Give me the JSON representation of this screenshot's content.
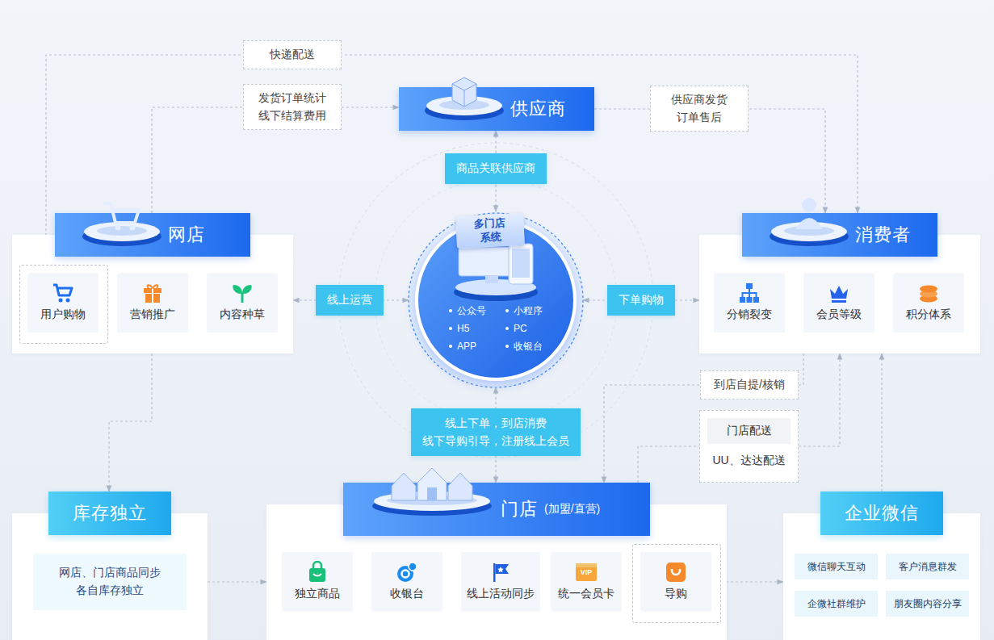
{
  "diagram": {
    "nodes": [
      {
        "text": [
          "供应商"
        ]
      },
      {
        "text": [
          "多门店 系统",
          "公众号",
          "小程序",
          "H5",
          "PC",
          "APP",
          "收银台"
        ]
      },
      {
        "text": [
          "网店"
        ]
      },
      {
        "text": [
          "用户购物"
        ],
        "in": 2
      },
      {
        "text": [
          "营销推广"
        ],
        "in": 2
      },
      {
        "text": [
          "内容种草"
        ],
        "in": 2
      },
      {
        "text": [
          "消费者"
        ]
      },
      {
        "text": [
          "分销裂变"
        ],
        "in": 6
      },
      {
        "text": [
          "会员等级"
        ],
        "in": 6
      },
      {
        "text": [
          "积分体系"
        ],
        "in": 6
      },
      {
        "text": [
          "库存独立"
        ]
      },
      {
        "text": [
          "网店、门店商品同步 各自库存独立"
        ],
        "in": 10
      },
      {
        "text": [
          "门店",
          "(加盟/直营)"
        ]
      },
      {
        "text": [
          "独立商品"
        ],
        "in": 12
      },
      {
        "text": [
          "收银台"
        ],
        "in": 12
      },
      {
        "text": [
          "线上活动同步"
        ],
        "in": 12
      },
      {
        "text": [
          "统一会员卡"
        ],
        "in": 12
      },
      {
        "text": [
          "导购"
        ],
        "in": 12
      },
      {
        "text": [
          "企业微信"
        ]
      },
      {
        "text": [
          "微信聊天互动"
        ],
        "in": 18
      },
      {
        "text": [
          "客户消息群发"
        ],
        "in": 18
      },
      {
        "text": [
          "企微社群维护"
        ],
        "in": 18
      },
      {
        "text": [
          "朋友圈内容分享"
        ],
        "in": 18
      },
      {
        "text": [
          "门店配送",
          "UU、达达配送"
        ]
      }
    ],
    "edges": [
      {
        "from": 1,
        "to": 0,
        "label": "商品关联供应商",
        "arrow": "both"
      },
      {
        "from": 1,
        "to": 2,
        "label": "线上运营",
        "arrow": "both"
      },
      {
        "from": 1,
        "to": 6,
        "label": "下单购物",
        "arrow": "both"
      },
      {
        "from": 1,
        "to": 12,
        "label": "线上下单，到店消费 线下导购引导，注册线上会员",
        "arrow": "both"
      },
      {
        "from": 3,
        "to": 6,
        "label": "快递配送",
        "arrow": "to"
      },
      {
        "from": 2,
        "to": 0,
        "label": "发货订单统计 线下结算费用",
        "arrow": "to"
      },
      {
        "from": 0,
        "to": 6,
        "label": "供应商发货 订单售后",
        "arrow": "to"
      },
      {
        "from": 6,
        "to": 12,
        "label": "到店自提/核销",
        "arrow": "to"
      },
      {
        "from": 12,
        "to": 23,
        "arrow": "none"
      },
      {
        "from": 23,
        "to": 6,
        "arrow": "to"
      },
      {
        "from": 2,
        "to": 10,
        "arrow": "to"
      },
      {
        "from": 10,
        "to": 12,
        "arrow": "to"
      },
      {
        "from": 17,
        "to": 18,
        "arrow": "to"
      },
      {
        "from": 18,
        "to": 6,
        "arrow": "to"
      }
    ],
    "labels": [
      "VIP"
    ]
  }
}
